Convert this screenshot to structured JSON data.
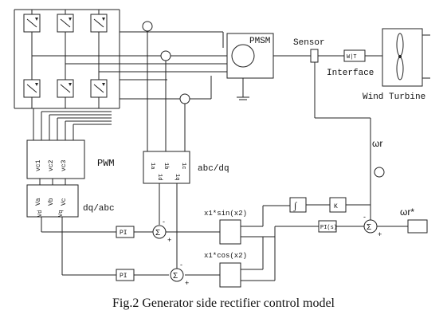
{
  "caption": "Fig.2 Generator side rectifier control model",
  "blocks": {
    "pmsm": "PMSM",
    "sensor": "Sensor",
    "interface_box": "W|T",
    "interface": "Interface",
    "wind_turbine": "Wind Turbine",
    "pwm": "PWM",
    "pwm_inputs": [
      "vc1",
      "vc2",
      "vc3"
    ],
    "abc_dq": "abc/dq",
    "abc_dq_ports": [
      "1a",
      "1b",
      "1c",
      "1d",
      "1q"
    ],
    "dq_abc": "dq/abc",
    "dq_abc_ports": [
      "Va",
      "Vb",
      "Vc",
      "Vd",
      "Vq"
    ],
    "pi_1": "PI",
    "pi_2": "PI",
    "pi_3": "PI(s)",
    "sin_fn": "x1*sin(x2)",
    "cos_fn": "x1*cos(x2)",
    "integrator": "∫",
    "gain": "K",
    "omega_r": "ωr",
    "omega_r_ref": "ωr*",
    "sum_plus": "+",
    "sum_minus": "-"
  }
}
